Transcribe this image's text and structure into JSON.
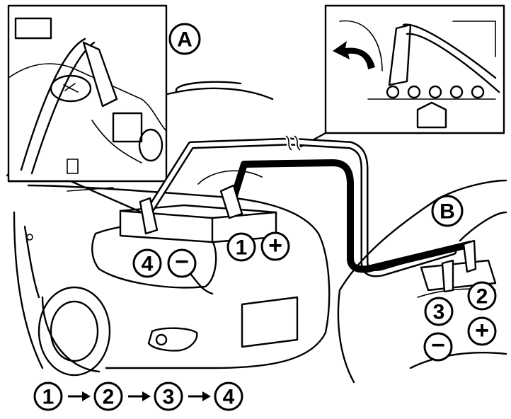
{
  "callouts": {
    "inset_a": "A",
    "inset_b": "B"
  },
  "steps": {
    "s1": "1",
    "s2": "2",
    "s3": "3",
    "s4": "4"
  },
  "terminals": {
    "plus": "+",
    "minus": "−"
  },
  "sequence": [
    "1",
    "2",
    "3",
    "4"
  ],
  "colors": {
    "line": "#000000",
    "background": "#ffffff"
  },
  "icons": {
    "arrow": "right-arrow-icon",
    "bend": "curved-arrow-icon"
  }
}
